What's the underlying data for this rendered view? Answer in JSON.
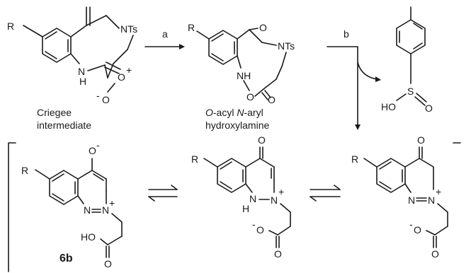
{
  "structures": {
    "criegee": {
      "r": "R",
      "ts": "NTs",
      "h": "H",
      "n": "N",
      "o_plus": "O",
      "plus": "+",
      "o_minus": "O",
      "minus": "-",
      "caption_line1": "Criegee",
      "caption_line2": "intermediate"
    },
    "acyl": {
      "r": "R",
      "ts": "NTs",
      "nh": "NH",
      "o_ring": "O",
      "o_carbonyl": "O",
      "caption_line1_prefix": "O",
      "caption_line1_rest": "-acyl ",
      "caption_line1_n": "N",
      "caption_line1_end": "-aryl",
      "caption_line2": "hydroxylamine"
    },
    "tosyl": {
      "ho": "HO",
      "s": "S",
      "o": "O"
    },
    "p1": {
      "r": "R",
      "o_minus": "O",
      "minus": "-",
      "n1": "N",
      "n2": "N",
      "plus": "+",
      "ho": "HO",
      "o": "O",
      "label": "6b"
    },
    "p2": {
      "r": "R",
      "o_top": "O",
      "nh": "N",
      "h": "H",
      "n2": "N",
      "plus": "+",
      "o_minus": "O",
      "minus": "-",
      "o": "O"
    },
    "p3": {
      "r": "R",
      "o_top": "O",
      "n1": "N",
      "n2": "N",
      "plus": "+",
      "o_minus": "O",
      "minus": "-",
      "o": "O"
    }
  },
  "arrows": {
    "a_label": "a",
    "b_label": "b"
  }
}
